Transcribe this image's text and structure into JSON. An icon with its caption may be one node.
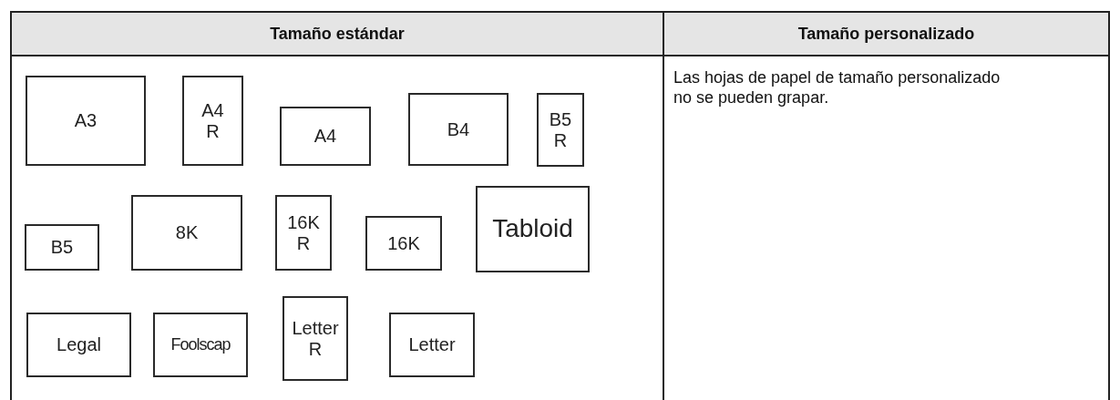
{
  "diagram": {
    "nodes": [
      {
        "text": [
          "A3"
        ]
      },
      {
        "text": [
          "A4 R"
        ]
      },
      {
        "text": [
          "A4"
        ]
      },
      {
        "text": [
          "B4"
        ]
      },
      {
        "text": [
          "B5 R"
        ]
      },
      {
        "text": [
          "B5"
        ]
      },
      {
        "text": [
          "8K"
        ]
      },
      {
        "text": [
          "16K R"
        ]
      },
      {
        "text": [
          "16K"
        ]
      },
      {
        "text": [
          "Tabloid"
        ]
      },
      {
        "text": [
          "Legal"
        ]
      },
      {
        "text": [
          "Foolscap"
        ]
      },
      {
        "text": [
          "Letter R"
        ]
      },
      {
        "text": [
          "Letter"
        ]
      }
    ],
    "labels": [
      "Tamaño estándar",
      "Tamaño personalizado",
      "Las hojas de papel de tamaño personalizado no se pueden grapar."
    ]
  }
}
